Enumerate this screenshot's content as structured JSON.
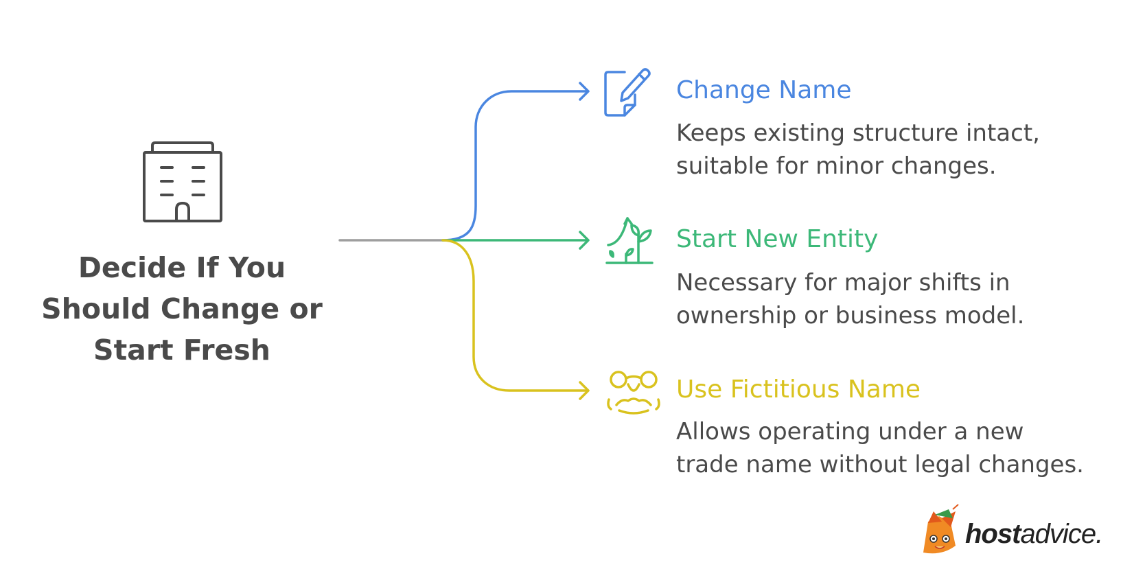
{
  "title_lines": [
    "Decide If You",
    "Should Change or",
    "Start Fresh"
  ],
  "root_icon": "building-icon",
  "branches": [
    {
      "title": "Change Name",
      "description_lines": [
        "Keeps existing structure intact,",
        "suitable for minor changes."
      ],
      "icon": "edit-document-icon",
      "color": "#4a86e0"
    },
    {
      "title": "Start New Entity",
      "description_lines": [
        "Necessary for major shifts in",
        "ownership or business model."
      ],
      "icon": "growth-plant-icon",
      "color": "#3cb878"
    },
    {
      "title": "Use Fictitious Name",
      "description_lines": [
        "Allows operating under a new",
        "trade name without legal changes."
      ],
      "icon": "disguise-glasses-icon",
      "color": "#d9c21e"
    }
  ],
  "connector_color": "#9e9e9e",
  "text_color": "#4a4a4a",
  "logo": {
    "brand_bold": "host",
    "brand_regular": "advice.",
    "icon": "fox-mascot-icon"
  }
}
